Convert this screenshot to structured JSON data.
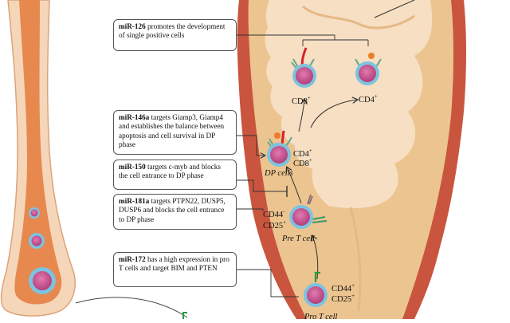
{
  "annotations": [
    {
      "bold": "miR-126",
      "text": " promotes the development of single positive cells"
    },
    {
      "bold": "miR-146a",
      "text": " targets Giamp3, Giamp4 and establishes the balance between apoptosis and cell survival in DP phase"
    },
    {
      "bold": "miR-150",
      "text": " targets c-myb and blocks the cell entrance to DP phase"
    },
    {
      "bold": "miR-181a",
      "text": " targets PTPN22, DUSP5, DUSP6 and blocks the cell entrance to DP phase"
    },
    {
      "bold": "miR-172",
      "text": " has a high expression in pro T cells and target BIM and PTEN"
    }
  ],
  "cell_labels": {
    "cd8": "CD8",
    "cd4": "CD4",
    "dp_cd4": "CD4",
    "dp_cd8": "CD8",
    "dp_name": "DP cells",
    "pre_cd44": "CD44",
    "pre_cd25": "CD25",
    "pre_name": "Pre T cell",
    "pro_cd44": "CD44",
    "pro_cd25": "CD25",
    "pro_name": "Pro T cell",
    "plus": "+",
    "minus": "-"
  },
  "colors": {
    "thymus_outer": "#c9553f",
    "thymus_cortex": "#ecc48f",
    "thymus_medulla": "#f6dfc2",
    "bone_outer": "#f6d6b8",
    "marrow": "#e7884f",
    "cell_membrane": "#7cc3e0",
    "cell_nucleus": "#c9508e"
  }
}
